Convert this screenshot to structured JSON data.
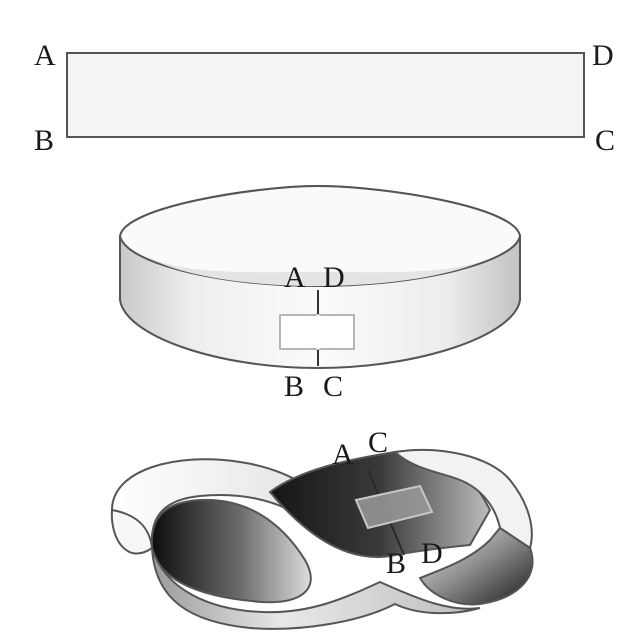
{
  "figures": [
    {
      "id": "strip",
      "labels": {
        "top_left": "A",
        "bottom_left": "B",
        "top_right": "D",
        "bottom_right": "C"
      }
    },
    {
      "id": "cylinder",
      "labels": {
        "top_left": "A",
        "top_right": "D",
        "bottom_left": "B",
        "bottom_right": "C"
      }
    },
    {
      "id": "mobius",
      "labels": {
        "top_left": "A",
        "top_right": "C",
        "bottom_left": "B",
        "bottom_right": "D"
      }
    }
  ],
  "colors": {
    "stroke": "#555555",
    "strip_fill": "#f4f4f4",
    "label": "#1a1a1a"
  }
}
